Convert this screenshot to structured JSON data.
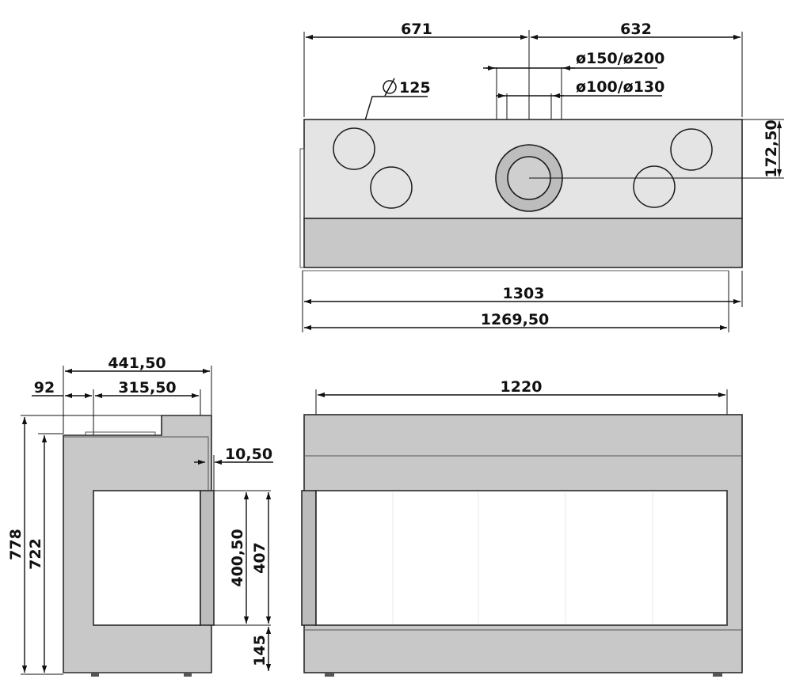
{
  "colors": {
    "body_gray": "#c8c8c8",
    "top_plate": "#e4e4e4",
    "flue_outer": "#bdbdbd",
    "flue_inner": "#cfcfcf",
    "glass": "#ffffff",
    "line": "#111111"
  },
  "top_view": {
    "dim_left": "671",
    "dim_right": "632",
    "dim_outer_flue": "ø150/ø200",
    "dim_inner_flue": "ø100/ø130",
    "dim_air_inlet": "125",
    "dim_flue_offset": "172,50",
    "dim_total_width": "1303",
    "dim_body_width": "1269,50"
  },
  "side_view": {
    "dim_depth_total": "441,50",
    "dim_depth_offset": "92",
    "dim_depth_inner": "315,50",
    "dim_glass_offset": "10,50",
    "dim_glass_height": "400,50",
    "dim_opening_height": "407",
    "dim_base_height": "145",
    "dim_total_height": "778",
    "dim_body_height": "722"
  },
  "front_view": {
    "dim_glass_width": "1220"
  }
}
